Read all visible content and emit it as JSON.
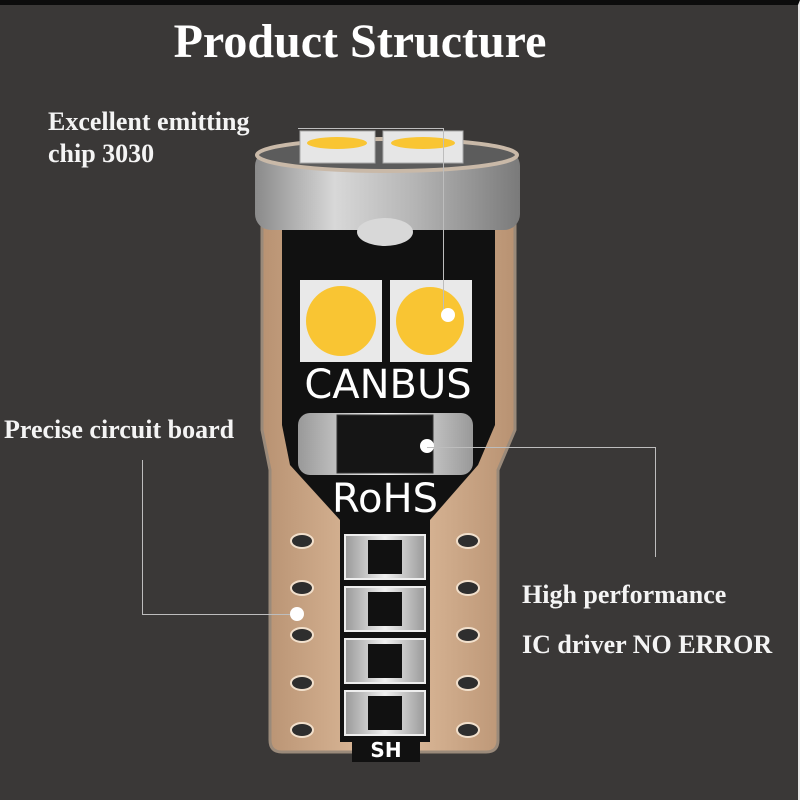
{
  "title": "Product Structure",
  "callouts": {
    "chip": {
      "line1": "Excellent emitting",
      "line2": "chip 3030"
    },
    "board": {
      "text": "Precise circuit board"
    },
    "driver": {
      "line1": "High performance",
      "line2": "IC driver NO ERROR"
    }
  },
  "board_marks": {
    "canbus": "CANBUS",
    "rohs": "RoHS",
    "sh": "SH"
  },
  "colors": {
    "background": "#3a3837",
    "pcb_copper": "#d6b08c",
    "pcb_black": "#111111",
    "led_yellow": "#f9c533"
  }
}
